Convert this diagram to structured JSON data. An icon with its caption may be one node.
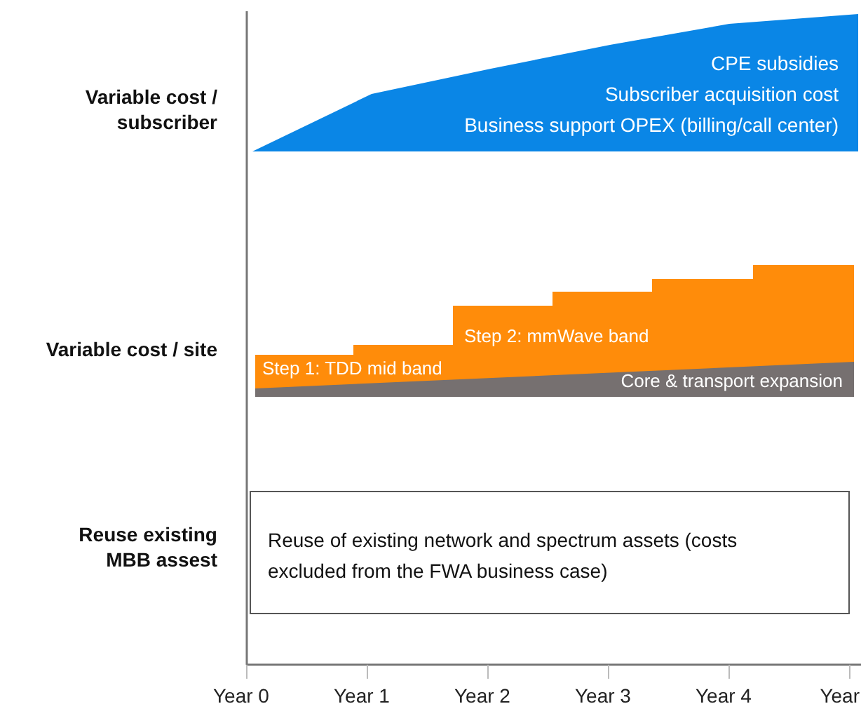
{
  "diagram": {
    "nodes": [
      {
        "text": [
          "CPE subsidies",
          "Subscriber acquisition cost",
          "Business support OPEX (billing/call center)"
        ]
      },
      {
        "text": [
          "Step 1: TDD mid band",
          "Step 2: mmWave band"
        ]
      },
      {
        "text": [
          "Core & transport expansion"
        ],
        "in": 1
      },
      {
        "text": [
          "Reuse of existing network and spectrum assets (costs excluded from the FWA business case)"
        ]
      }
    ],
    "edges": [],
    "labels": [
      "Variable cost / subscriber",
      "Variable cost / site",
      "Reuse existing MBB assest",
      "Year 0",
      "Year 1",
      "Year 2",
      "Year 3",
      "Year 4",
      "Year"
    ]
  }
}
